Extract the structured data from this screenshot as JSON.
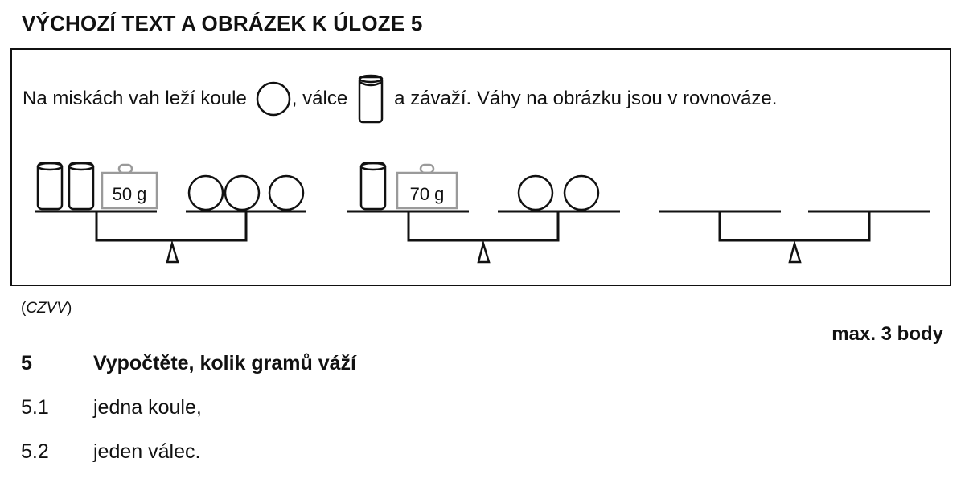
{
  "heading": "VÝCHOZÍ TEXT A OBRÁZEK K ÚLOZE 5",
  "intro": {
    "part1": "Na miskách vah leží koule",
    "part2": ", válce",
    "part3": "a závaží. Váhy na obrázku jsou v rovnováze."
  },
  "scales": [
    {
      "left": {
        "cylinders": 2,
        "weight": "50 g"
      },
      "right": {
        "balls": 3
      }
    },
    {
      "left": {
        "cylinders": 1,
        "weight": "70 g"
      },
      "right": {
        "balls": 2
      }
    },
    {
      "left": {},
      "right": {}
    }
  ],
  "source": "CZVV",
  "points": "max. 3 body",
  "task": {
    "number": "5",
    "prompt": "Vypočtěte, kolik gramů váží",
    "items": [
      {
        "number": "5.1",
        "text": "jedna koule,"
      },
      {
        "number": "5.2",
        "text": "jeden válec."
      }
    ]
  },
  "colors": {
    "ink": "#111111",
    "weight_outline": "#9a9a9a"
  }
}
